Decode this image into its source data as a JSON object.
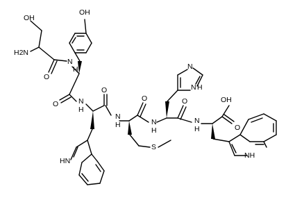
{
  "molecule": {
    "atom_labels": {
      "ser_oh": "OH",
      "ser_nh2": "H2N",
      "ser_o": "O",
      "tyr_oh": "OH",
      "tyr_n": "N",
      "tyr_h": "H",
      "tyr_o": "O",
      "trp1_nh": "HN",
      "trp1_n": "N",
      "trp1_h": "H",
      "trp1_o": "O",
      "met_n": "N",
      "met_h": "H",
      "met_o": "O",
      "met_s": "S",
      "his_n_ring": "N",
      "his_nh": "N",
      "his_h": "H",
      "his_n": "N",
      "his_h2": "H",
      "his_o": "O",
      "trp2_oh": "OH",
      "trp2_o": "O",
      "trp2_nh": "NH",
      "trp2_n": "N",
      "trp2_h": "H"
    }
  }
}
